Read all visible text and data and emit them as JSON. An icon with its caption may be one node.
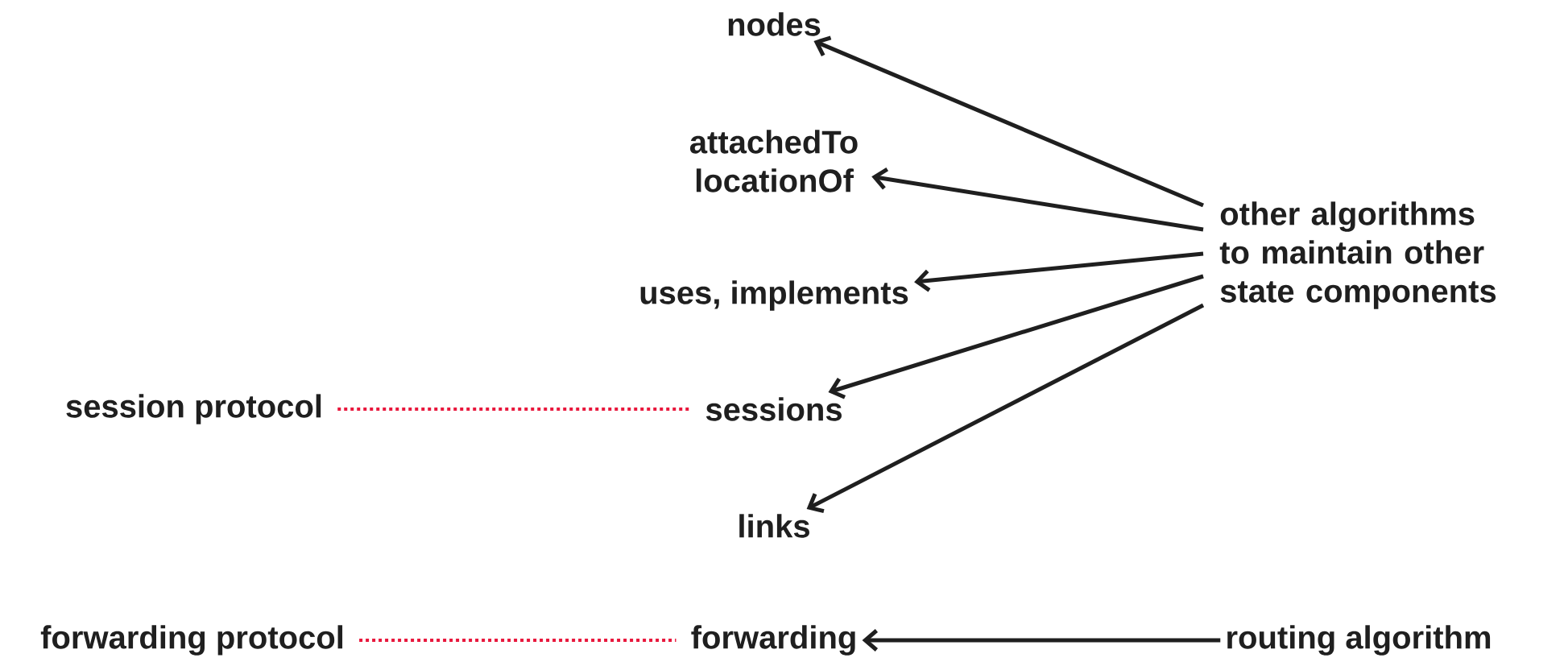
{
  "diagram": {
    "nodes": [
      {
        "text": [
          "nodes"
        ]
      },
      {
        "text": [
          "attachedTo locationOf"
        ]
      },
      {
        "text": [
          "uses, implements"
        ]
      },
      {
        "text": [
          "session protocol"
        ]
      },
      {
        "text": [
          "sessions"
        ]
      },
      {
        "text": [
          "links"
        ]
      },
      {
        "text": [
          "other algorithms to maintain other state components"
        ]
      },
      {
        "text": [
          "forwarding protocol"
        ]
      },
      {
        "text": [
          "forwarding"
        ]
      },
      {
        "text": [
          "routing algorithm"
        ]
      }
    ],
    "edges": [
      {
        "from": 6,
        "to": 0,
        "arrow": "to"
      },
      {
        "from": 6,
        "to": 1,
        "arrow": "to"
      },
      {
        "from": 6,
        "to": 2,
        "arrow": "to"
      },
      {
        "from": 6,
        "to": 4,
        "arrow": "to"
      },
      {
        "from": 6,
        "to": 5,
        "arrow": "to"
      },
      {
        "from": 3,
        "to": 4,
        "arrow": "none",
        "style": "dashed",
        "color": "#e8173c"
      },
      {
        "from": 9,
        "to": 8,
        "arrow": "to"
      },
      {
        "from": 7,
        "to": 8,
        "arrow": "none",
        "style": "dashed",
        "color": "#e8173c"
      }
    ]
  }
}
